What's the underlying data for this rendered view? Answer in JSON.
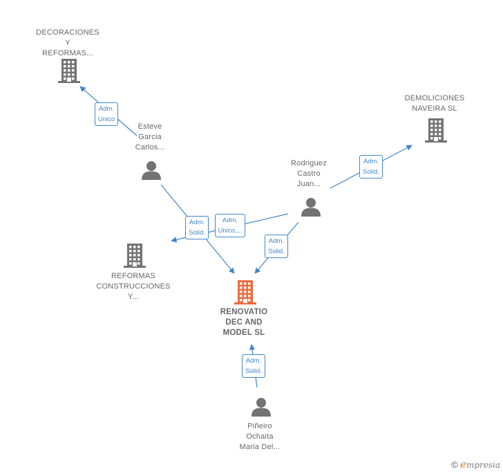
{
  "colors": {
    "edge": "#3e86c8",
    "company": "#737373",
    "main_company": "#ef6a3a",
    "person": "#737373"
  },
  "nodes": [
    {
      "id": "decoraciones",
      "kind": "company",
      "label": [
        "DECORACIONES",
        "Y",
        "REFORMAS..."
      ]
    },
    {
      "id": "demoliciones",
      "kind": "company",
      "label": [
        "DEMOLICIONES",
        "NAVEIRA  SL"
      ]
    },
    {
      "id": "esteve",
      "kind": "person",
      "label": [
        "Esteve",
        "Garcia",
        "Carlos..."
      ]
    },
    {
      "id": "rodriguez",
      "kind": "person",
      "label": [
        "Rodriguez",
        "Castro",
        "Juan..."
      ]
    },
    {
      "id": "reformas",
      "kind": "company",
      "label": [
        "REFORMAS",
        "CONSTRUCCIONES",
        "Y..."
      ]
    },
    {
      "id": "renovatio",
      "kind": "main_company",
      "label": [
        "RENOVATIO",
        "DEC AND",
        "MODEL  SL"
      ]
    },
    {
      "id": "pineiro",
      "kind": "person",
      "label": [
        "Piñeiro",
        "Ochaita",
        "Maria Del..."
      ]
    }
  ],
  "edges": [
    {
      "id": "esteve-decoraciones",
      "from": "esteve",
      "to": "decoraciones",
      "label": [
        "Adm.",
        "Unico"
      ]
    },
    {
      "id": "rodriguez-demoliciones",
      "from": "rodriguez",
      "to": "demoliciones",
      "label": [
        "Adm.",
        "Solid."
      ]
    },
    {
      "id": "esteve-renovatio",
      "from": "esteve",
      "to": "renovatio",
      "label": [
        "Adm.",
        "Solid."
      ]
    },
    {
      "id": "rodriguez-reformas",
      "from": "rodriguez",
      "to": "reformas",
      "label": [
        "Adm.",
        "Unico,..."
      ]
    },
    {
      "id": "rodriguez-renovatio",
      "from": "rodriguez",
      "to": "renovatio",
      "label": [
        "Adm.",
        "Solid."
      ]
    },
    {
      "id": "pineiro-renovatio",
      "from": "pineiro",
      "to": "renovatio",
      "label": [
        "Adm.",
        "Solid."
      ]
    }
  ],
  "footer": {
    "copyright": "©",
    "brand_initial": "e",
    "brand_rest": "mpresia"
  }
}
